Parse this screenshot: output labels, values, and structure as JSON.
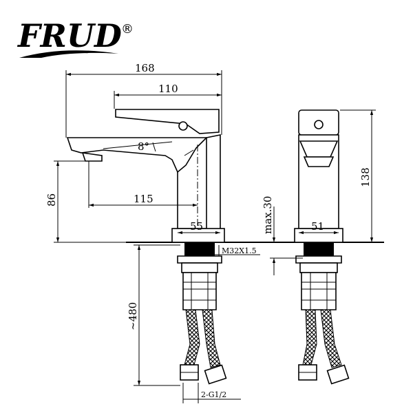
{
  "logo": {
    "brand": "FRUD",
    "registered_mark": "®"
  },
  "dimensions": {
    "overall_length": "168",
    "handle_length": "110",
    "handle_angle": "8°",
    "spout_reach": "115",
    "spout_height": "86",
    "base_width_side": "55",
    "overall_height": "138",
    "base_width_front": "51",
    "max_deck_thickness": "max.30",
    "thread_spec": "M32X1.5",
    "hose_length": "~480",
    "hose_connector": "2-G1/2"
  }
}
